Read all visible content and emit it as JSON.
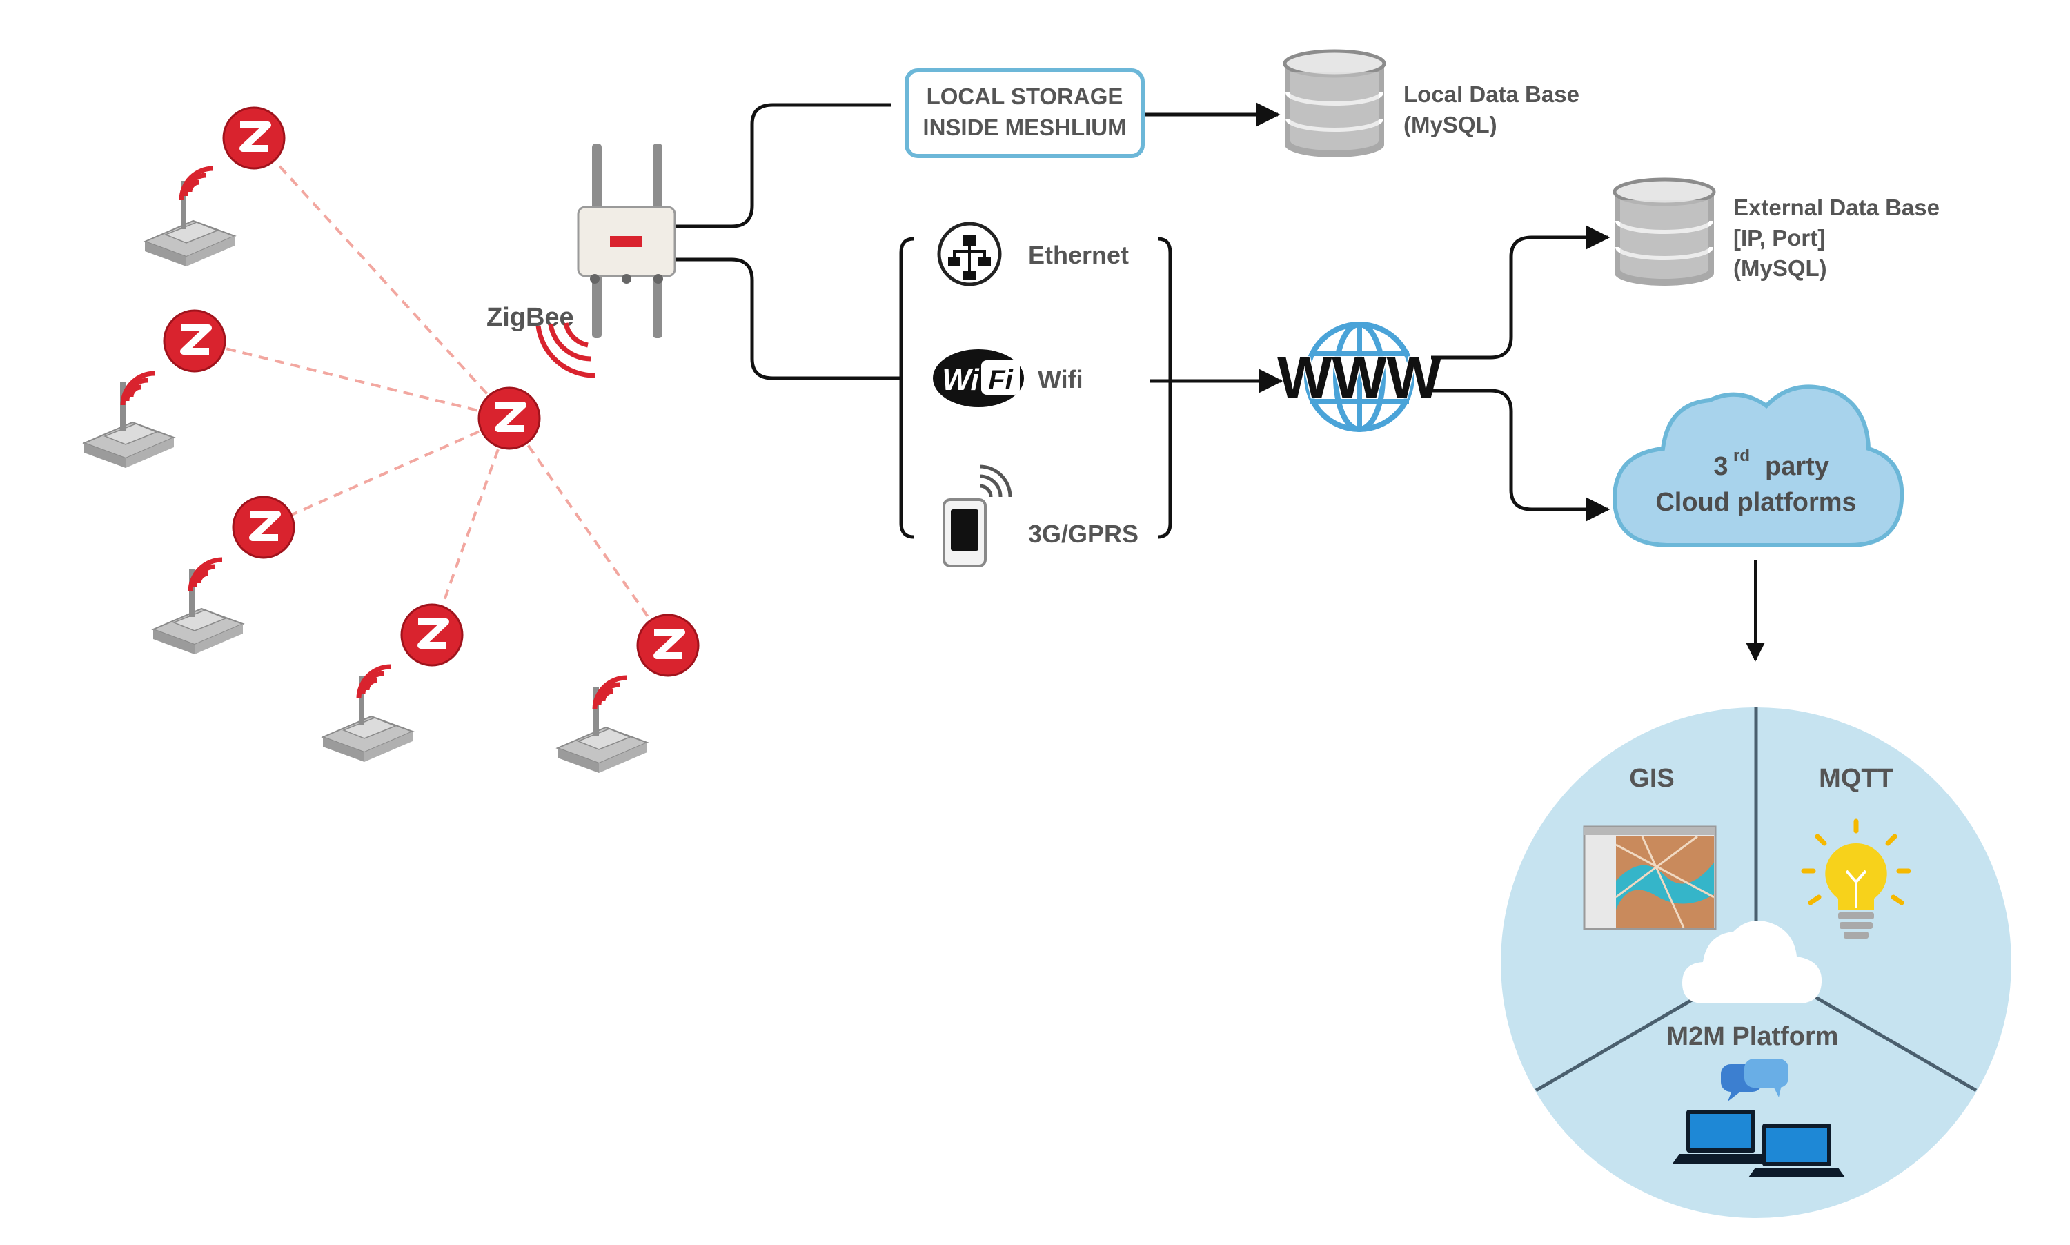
{
  "gateway": {
    "label": "ZigBee"
  },
  "local_storage": {
    "box_line1": "LOCAL STORAGE",
    "box_line2": "INSIDE MESHLIUM",
    "db_line1": "Local Data Base",
    "db_line2": "(MySQL)"
  },
  "connectivity": {
    "ethernet": "Ethernet",
    "wifi": "Wifi",
    "wifi_logo_left": "Wi",
    "wifi_logo_right": "Fi",
    "cellular": "3G/GPRS"
  },
  "internet": {
    "label": "WWW"
  },
  "external_db": {
    "line1": "External Data Base",
    "line2": "[IP, Port]",
    "line3": "(MySQL)"
  },
  "third_party": {
    "line1_prefix": "3",
    "line1_sup": "rd",
    "line1_suffix": "party",
    "line2": "Cloud platforms"
  },
  "platforms": {
    "gis": "GIS",
    "mqtt": "MQTT",
    "m2m": "M2M Platform"
  },
  "colors": {
    "zigbee_red": "#d9232e",
    "box_border": "#6cb7d8",
    "cloud_fill": "#a8d3ec",
    "circle_fill": "#c6e3f0",
    "label_gray": "#555555"
  },
  "icons": [
    "zigbee-logo-icon",
    "sensor-node-icon",
    "signal-waves-icon",
    "meshlium-router-icon",
    "database-icon",
    "ethernet-icon",
    "wifi-logo-icon",
    "mobile-phone-icon",
    "globe-icon",
    "cloud-icon",
    "map-icon",
    "lightbulb-icon",
    "chat-bubbles-icon",
    "laptop-icon"
  ]
}
